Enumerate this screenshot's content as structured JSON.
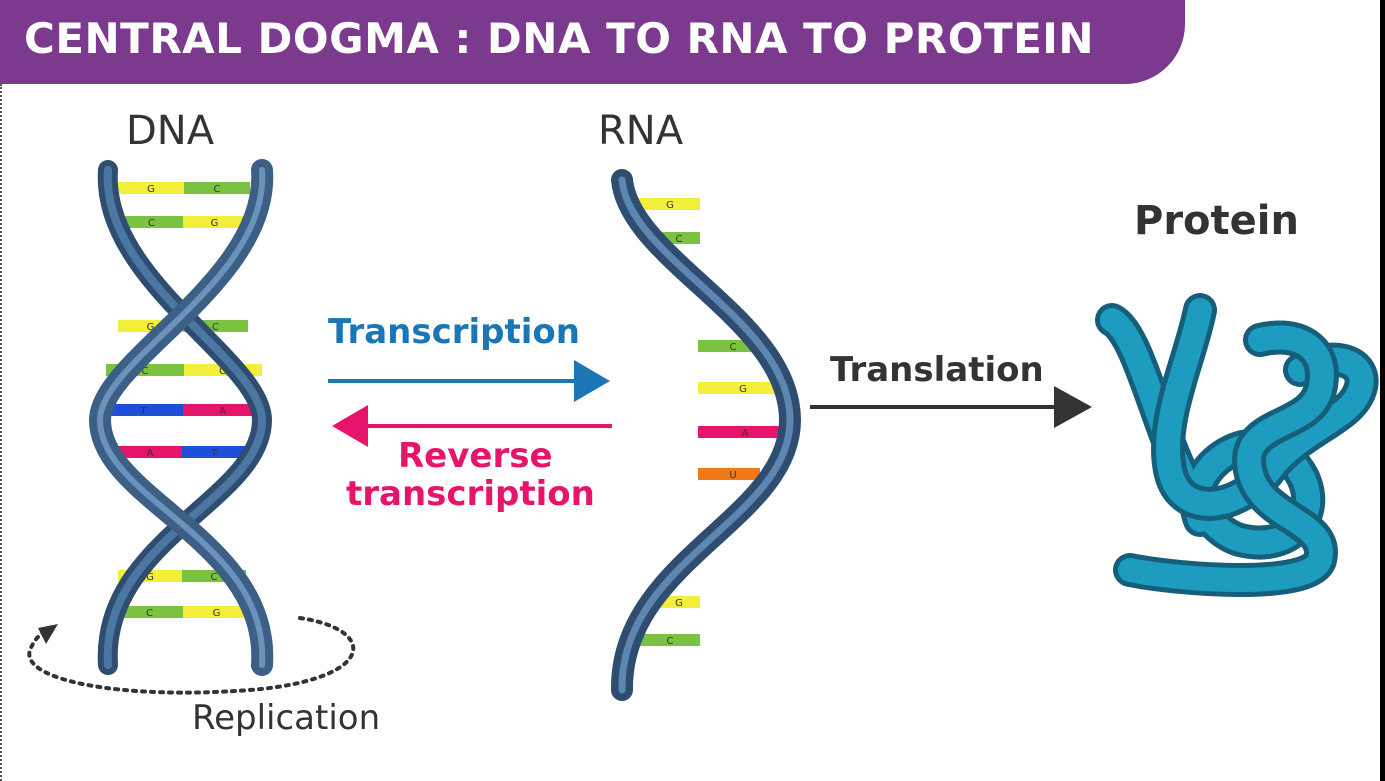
{
  "title": "CENTRAL DOGMA : DNA TO RNA TO PROTEIN",
  "labels": {
    "dna": "DNA",
    "rna": "RNA",
    "protein": "Protein",
    "transcription": "Transcription",
    "reverse_transcription_line1": "Reverse",
    "reverse_transcription_line2": "transcription",
    "translation": "Translation",
    "replication": "Replication"
  },
  "dna_base_pairs": [
    {
      "left": "G",
      "right": "C",
      "left_color": "#f2ee3a",
      "right_color": "#7cc242"
    },
    {
      "left": "C",
      "right": "G",
      "left_color": "#7cc242",
      "right_color": "#f2ee3a"
    },
    {
      "left": "G",
      "right": "C",
      "left_color": "#f2ee3a",
      "right_color": "#7cc242"
    },
    {
      "left": "C",
      "right": "G",
      "left_color": "#7cc242",
      "right_color": "#f2ee3a"
    },
    {
      "left": "T",
      "right": "A",
      "left_color": "#1d4fd8",
      "right_color": "#e6156b"
    },
    {
      "left": "A",
      "right": "T",
      "left_color": "#e6156b",
      "right_color": "#1d4fd8"
    },
    {
      "left": "G",
      "right": "C",
      "left_color": "#f2ee3a",
      "right_color": "#7cc242"
    },
    {
      "left": "C",
      "right": "G",
      "left_color": "#7cc242",
      "right_color": "#f2ee3a"
    }
  ],
  "rna_bases": [
    {
      "base": "G",
      "color": "#f2ee3a"
    },
    {
      "base": "C",
      "color": "#7cc242"
    },
    {
      "base": "C",
      "color": "#7cc242"
    },
    {
      "base": "G",
      "color": "#f2ee3a"
    },
    {
      "base": "A",
      "color": "#e6156b"
    },
    {
      "base": "U",
      "color": "#f07a1a"
    },
    {
      "base": "G",
      "color": "#f2ee3a"
    },
    {
      "base": "C",
      "color": "#7cc242"
    }
  ],
  "colors": {
    "title_bar": "#7b3a8e",
    "backbone": "#3c5f86",
    "transcription": "#1b76b5",
    "reverse_transcription": "#e6156b",
    "translation": "#333333",
    "protein": "#1e9cc0"
  }
}
